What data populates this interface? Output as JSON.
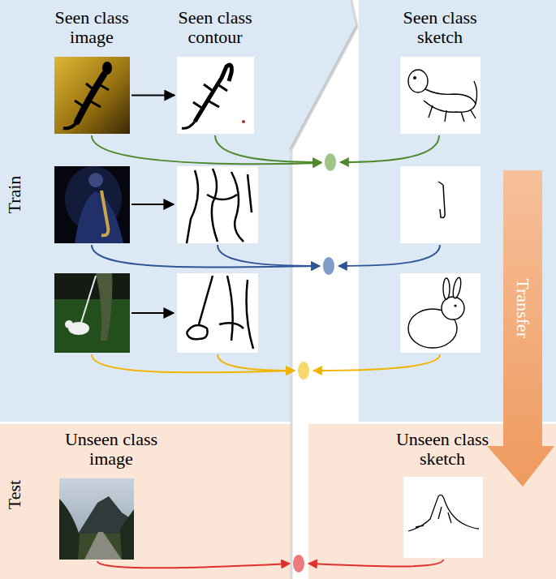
{
  "diagram": {
    "nodes": [
      {
        "text": [
          "Train"
        ]
      },
      {
        "text": [
          "Seen class image"
        ],
        "in": 0
      },
      {
        "text": [
          "Seen class contour"
        ],
        "in": 0
      },
      {
        "text": [
          "Seen class sketch"
        ],
        "in": 0
      },
      {
        "text": [
          "Transfer"
        ]
      },
      {
        "text": [
          "Test"
        ]
      },
      {
        "text": [
          "Unseen class image"
        ],
        "in": 5
      },
      {
        "text": [
          "Unseen class sketch"
        ],
        "in": 5
      }
    ],
    "edges": [
      {
        "from": 1,
        "to": 2,
        "arrow": "to"
      }
    ]
  }
}
